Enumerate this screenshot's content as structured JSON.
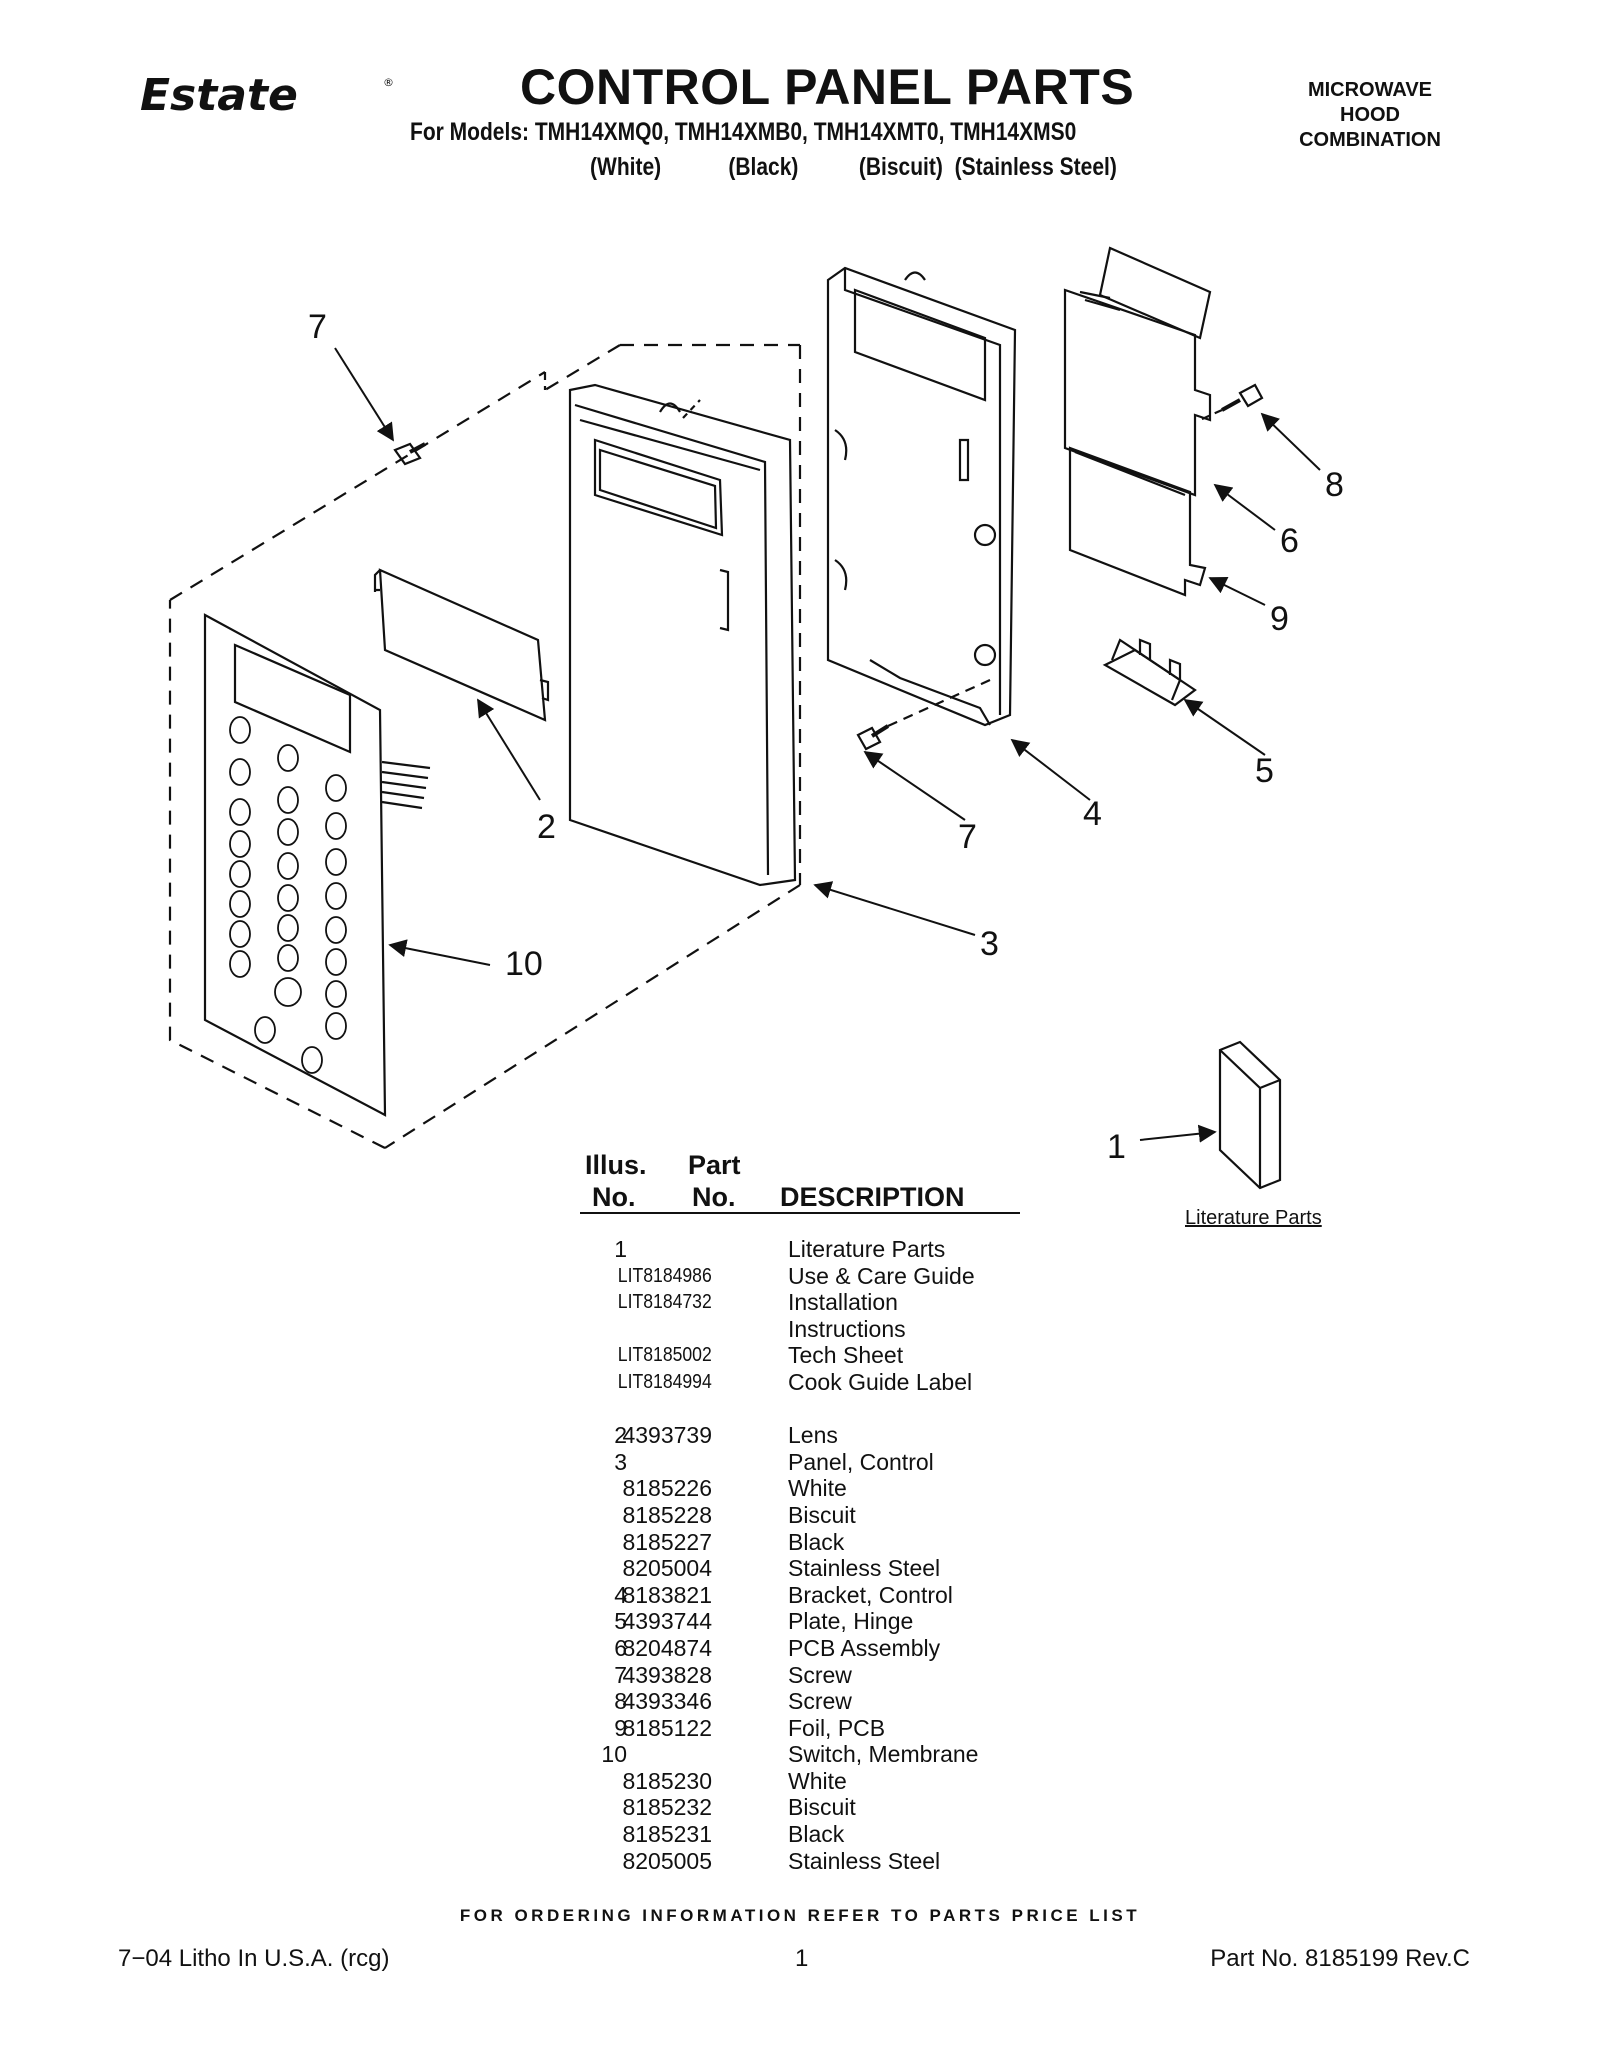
{
  "header": {
    "brand": "Estate",
    "title": "CONTROL PANEL PARTS",
    "models": "For Models: TMH14XMQ0, TMH14XMB0, TMH14XMT0, TMH14XMS0",
    "variants": [
      "(White)",
      "(Black)",
      "(Biscuit)",
      "(Stainless Steel)"
    ],
    "category": [
      "MICROWAVE",
      "HOOD",
      "COMBINATION"
    ]
  },
  "diagram": {
    "callouts": [
      "7",
      "8",
      "6",
      "9",
      "5",
      "4",
      "7",
      "2",
      "10",
      "3",
      "1"
    ],
    "literature_caption": "Literature Parts"
  },
  "parts_table": {
    "headers": {
      "illus_line1": "Illus.",
      "illus_line2": "No.",
      "part_line1": "Part",
      "part_line2": "No.",
      "description": "DESCRIPTION"
    },
    "rows": [
      {
        "illus": "1",
        "part": "",
        "desc": "Literature Parts"
      },
      {
        "illus": "",
        "part": "LIT8184986",
        "desc": "Use & Care Guide"
      },
      {
        "illus": "",
        "part": "LIT8184732",
        "desc": "Installation"
      },
      {
        "illus": "",
        "part": "",
        "desc": "Instructions"
      },
      {
        "illus": "",
        "part": "LIT8185002",
        "desc": "Tech Sheet"
      },
      {
        "illus": "",
        "part": "LIT8184994",
        "desc": "Cook Guide Label"
      },
      {
        "illus": "",
        "part": "",
        "desc": ""
      },
      {
        "illus": "2",
        "part": "4393739",
        "desc": "Lens"
      },
      {
        "illus": "3",
        "part": "",
        "desc": "Panel, Control"
      },
      {
        "illus": "",
        "part": "8185226",
        "desc": "White"
      },
      {
        "illus": "",
        "part": "8185228",
        "desc": "Biscuit"
      },
      {
        "illus": "",
        "part": "8185227",
        "desc": "Black"
      },
      {
        "illus": "",
        "part": "8205004",
        "desc": "Stainless Steel"
      },
      {
        "illus": "4",
        "part": "8183821",
        "desc": "Bracket, Control"
      },
      {
        "illus": "5",
        "part": "4393744",
        "desc": "Plate, Hinge"
      },
      {
        "illus": "6",
        "part": "8204874",
        "desc": "PCB Assembly"
      },
      {
        "illus": "7",
        "part": "4393828",
        "desc": "Screw"
      },
      {
        "illus": "8",
        "part": "4393346",
        "desc": "Screw"
      },
      {
        "illus": "9",
        "part": "8185122",
        "desc": "Foil, PCB"
      },
      {
        "illus": "10",
        "part": "",
        "desc": "Switch, Membrane"
      },
      {
        "illus": "",
        "part": "8185230",
        "desc": "White"
      },
      {
        "illus": "",
        "part": "8185232",
        "desc": "Biscuit"
      },
      {
        "illus": "",
        "part": "8185231",
        "desc": "Black"
      },
      {
        "illus": "",
        "part": "8205005",
        "desc": "Stainless Steel"
      }
    ]
  },
  "footer": {
    "ordering": "FOR ORDERING INFORMATION REFER TO PARTS PRICE LIST",
    "litho": "7−04 Litho In U.S.A. (rcg)",
    "page": "1",
    "part_no": "Part No. 8185199 Rev.C"
  }
}
